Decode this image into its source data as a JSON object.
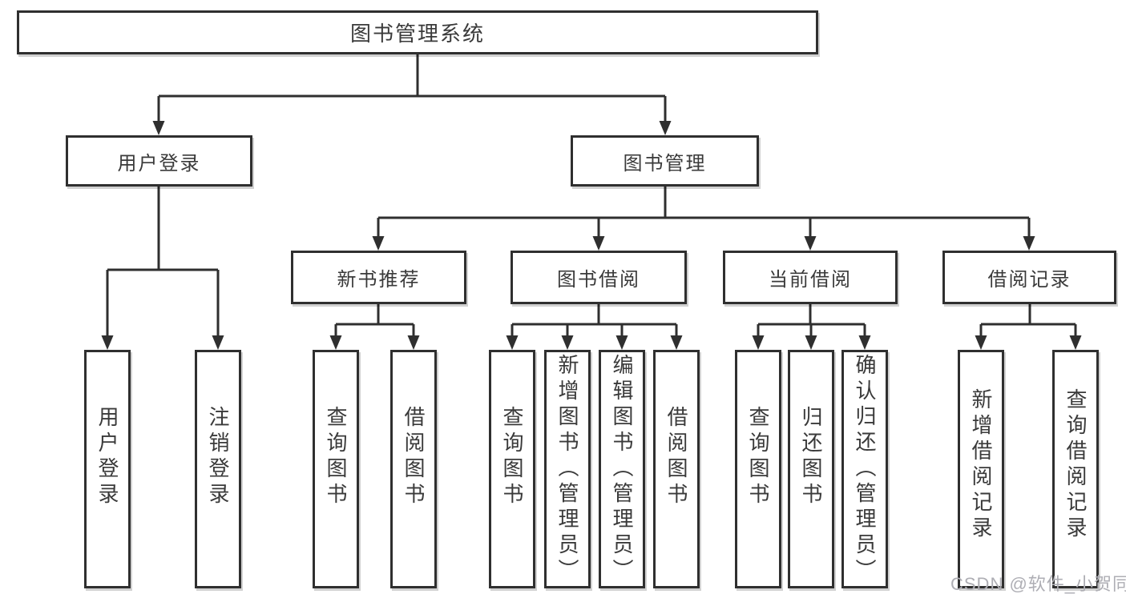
{
  "diagram": {
    "root": "图书管理系统",
    "level2": {
      "user_login": "用户登录",
      "book_management": "图书管理"
    },
    "level3": {
      "new_book_recommend": "新书推荐",
      "book_borrowing": "图书借阅",
      "current_borrowing": "当前借阅",
      "borrowing_records": "借阅记录"
    },
    "leaves": {
      "login": [
        "用户登录",
        "注销登录"
      ],
      "recommend": [
        "查询图书",
        "借阅图书"
      ],
      "borrowing": [
        "查询图书",
        "新增图书（管理员）",
        "编辑图书（管理员）",
        "借阅图书"
      ],
      "current": [
        "查询图书",
        "归还图书",
        "确认归还（管理员）"
      ],
      "records": [
        "新增借阅记录",
        "查询借阅记录"
      ]
    }
  },
  "watermark": "CSDN @软件_小贺同学",
  "colors": {
    "line": "#2f2f2f",
    "box_border": "#2f2f2f",
    "text": "#3a3a3a",
    "watermark": "#aeaeb4",
    "background": "#ffffff"
  }
}
